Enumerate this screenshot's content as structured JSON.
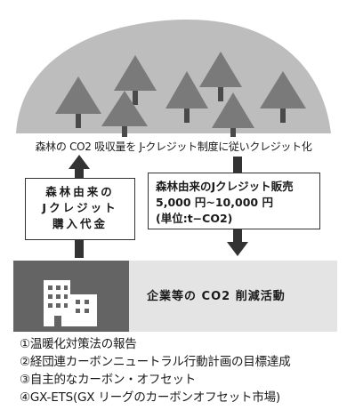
{
  "caption": "森林の CO2 吸収量を J-クレジット制度に従いクレジット化",
  "credit_box": {
    "lines": [
      "森林由来の",
      "Jクレジット",
      "購入代金"
    ]
  },
  "sale_box": {
    "lines": [
      "森林由来のJクレジット販売",
      "5,000 円~10,000 円",
      "(単位:t−CO2)"
    ]
  },
  "company_activity": "企業等の CO2 削減活動",
  "uses": [
    "①温暖化対策法の報告",
    "②経団連カーボンニュートラル行動計画の目標達成",
    "③自主的なカーボン・オフセット",
    "④GX-ETS(GX リーグのカーボンオフセット市場)"
  ],
  "colors": {
    "hill": "#bdbdbd",
    "tree": "#7a7a7a",
    "trunk": "#4a4a4a",
    "arrow": "#333333",
    "building_bg": "#646464",
    "band": "#e4e4e4"
  }
}
